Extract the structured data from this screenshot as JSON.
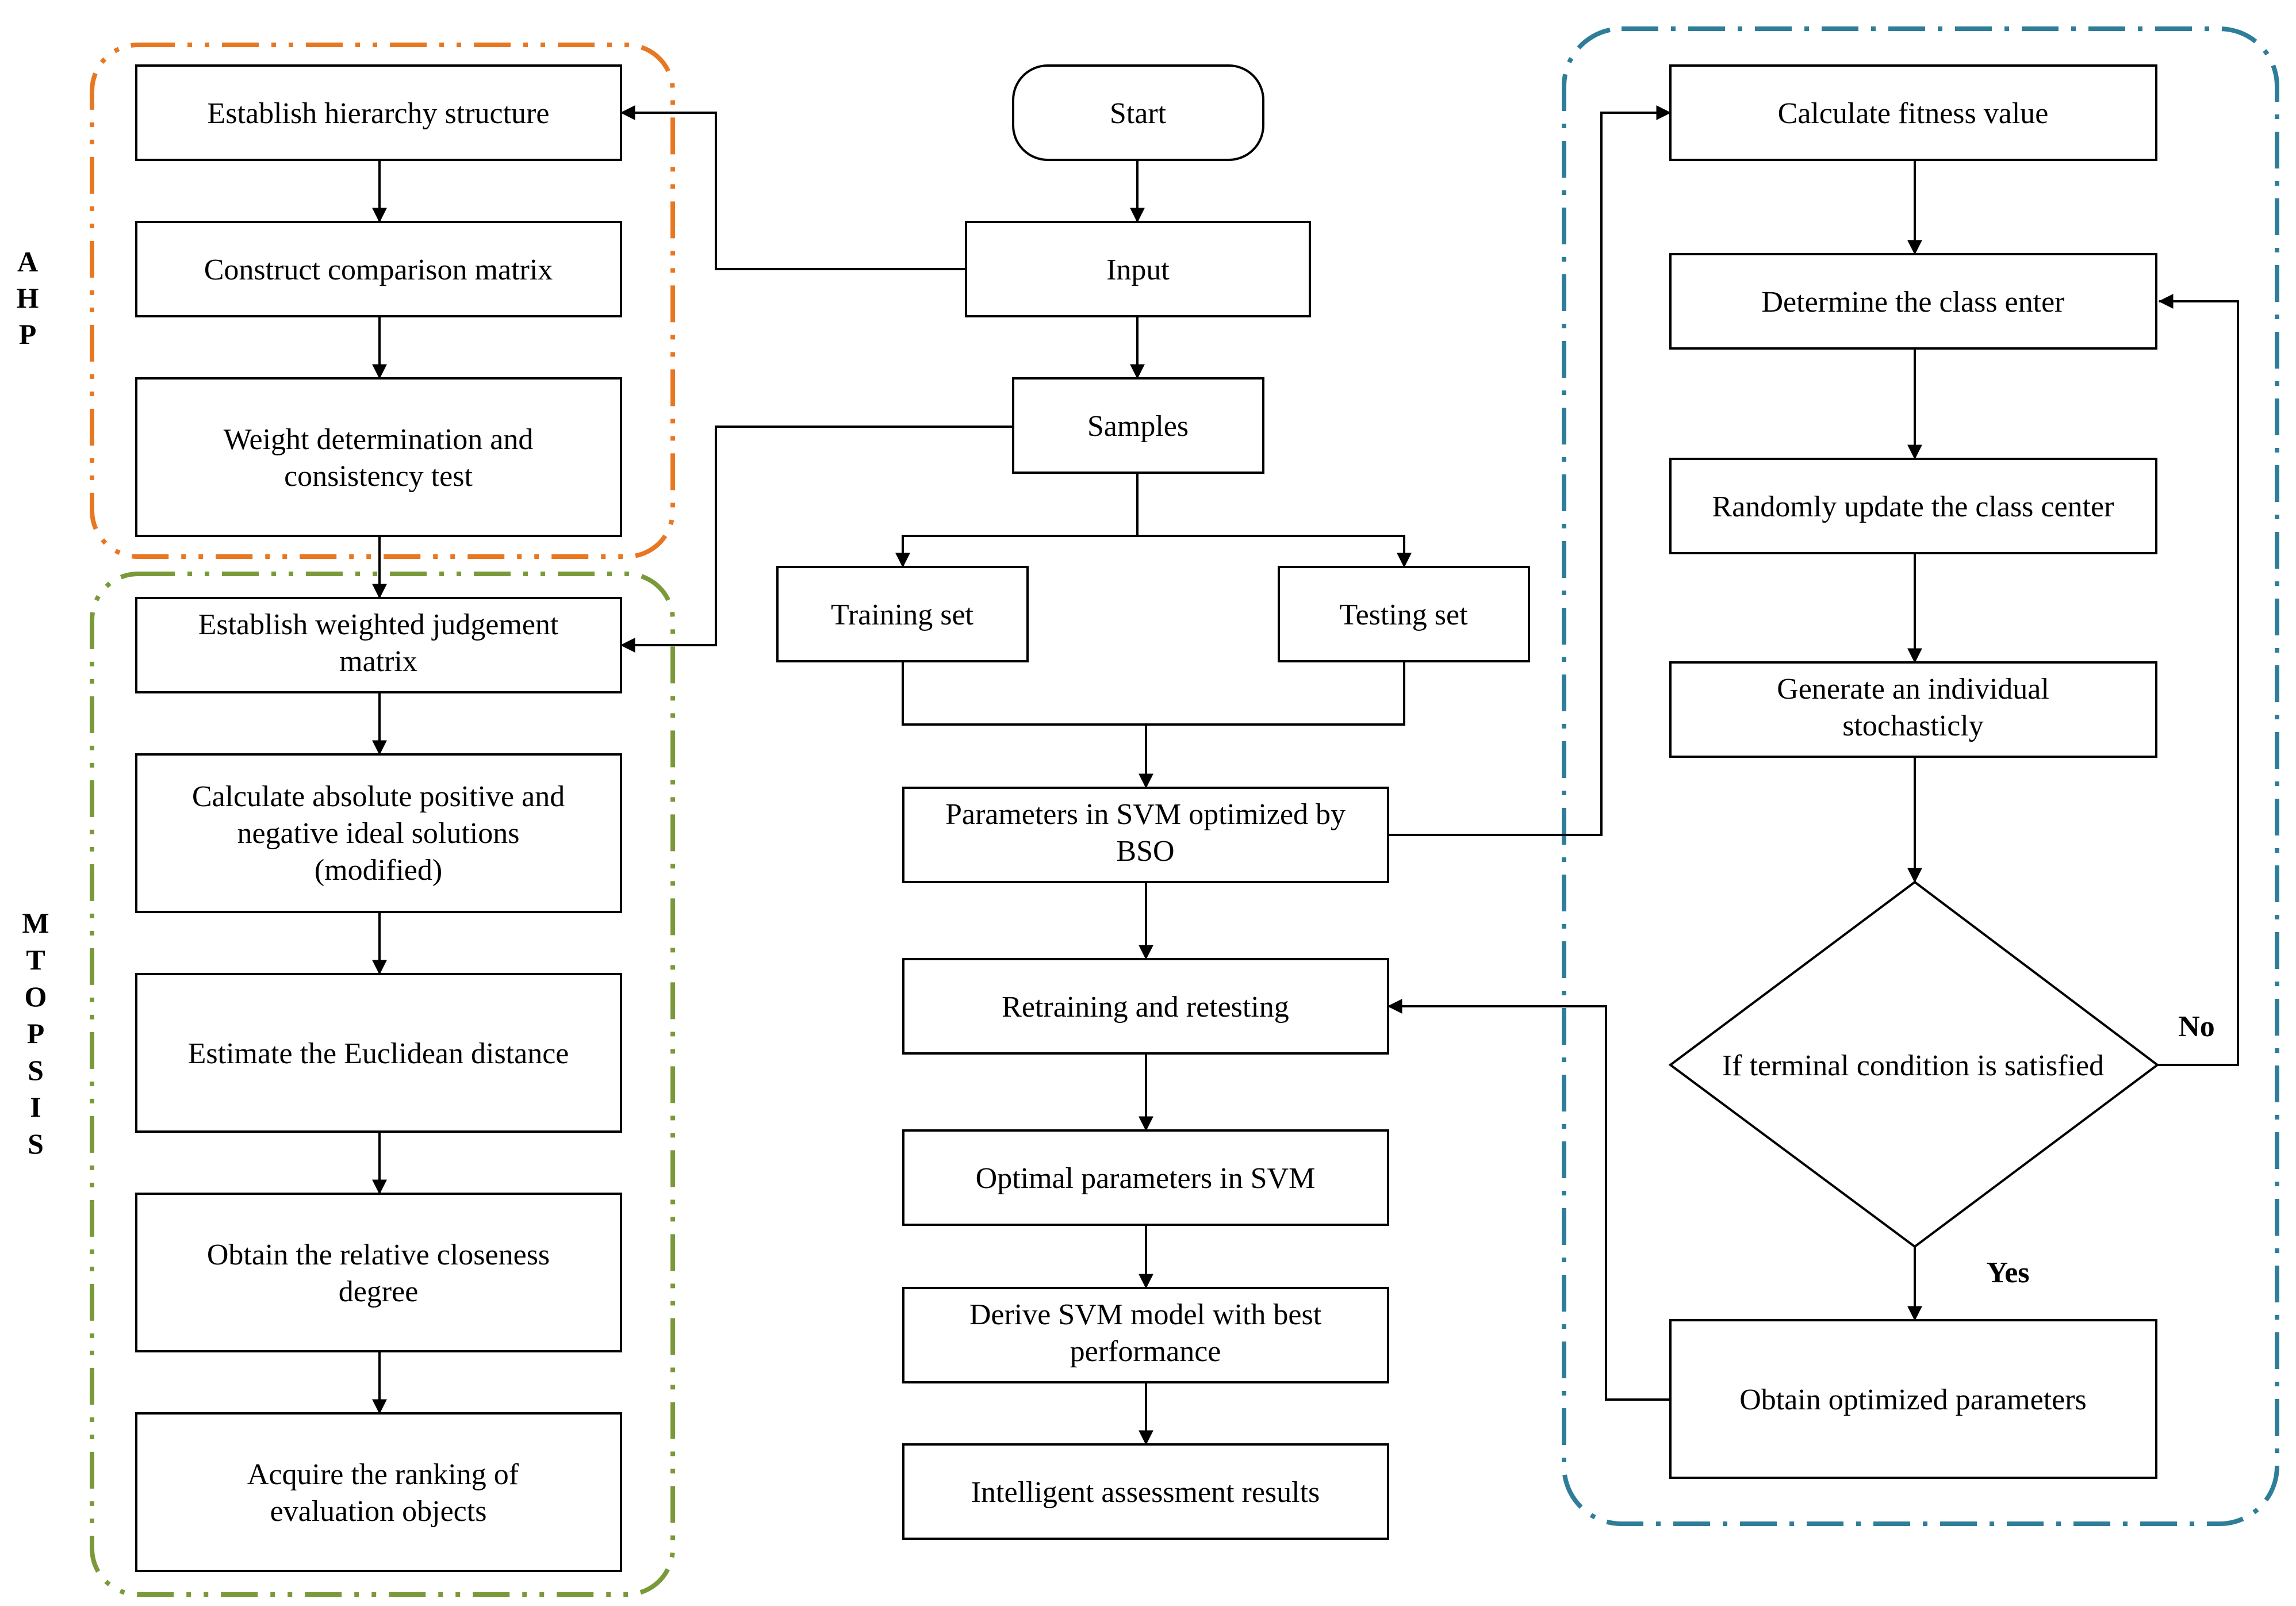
{
  "colors": {
    "ahp_group": "#e87722",
    "mtopsis_group": "#7a9a3a",
    "bso_group": "#2e7d99"
  },
  "side_labels": {
    "ahp": [
      "A",
      "H",
      "P"
    ],
    "mtopsis": [
      "M",
      "T",
      "O",
      "P",
      "S",
      "I",
      "S"
    ]
  },
  "center": {
    "start": "Start",
    "input": "Input",
    "samples": "Samples",
    "training": "Training set",
    "testing": "Testing set",
    "params_bso": [
      "Parameters in SVM optimized by",
      "BSO"
    ],
    "retrain": "Retraining and retesting",
    "optimal": "Optimal parameters in SVM",
    "derive": [
      "Derive SVM model with best",
      "performance"
    ],
    "results": "Intelligent assessment results"
  },
  "left": {
    "hierarchy": "Establish hierarchy structure",
    "comparison": "Construct comparison matrix",
    "weight": [
      "Weight determination and",
      "consistency test"
    ],
    "weighted": [
      "Establish weighted judgement",
      "matrix"
    ],
    "ideal": [
      "Calculate absolute positive and",
      "negative ideal solutions",
      "(modified)"
    ],
    "euclid": "Estimate the Euclidean distance",
    "closeness": [
      "Obtain the relative closeness",
      "degree"
    ],
    "ranking": [
      "Acquire the ranking of",
      "evaluation objects"
    ]
  },
  "right": {
    "fitness": "Calculate fitness value",
    "class_enter": "Determine the class enter",
    "update": "Randomly update the class center",
    "individual": [
      "Generate an individual",
      "stochasticly"
    ],
    "decision": "If terminal condition is satisfied",
    "optimized": "Obtain optimized parameters",
    "no": "No",
    "yes": "Yes"
  }
}
